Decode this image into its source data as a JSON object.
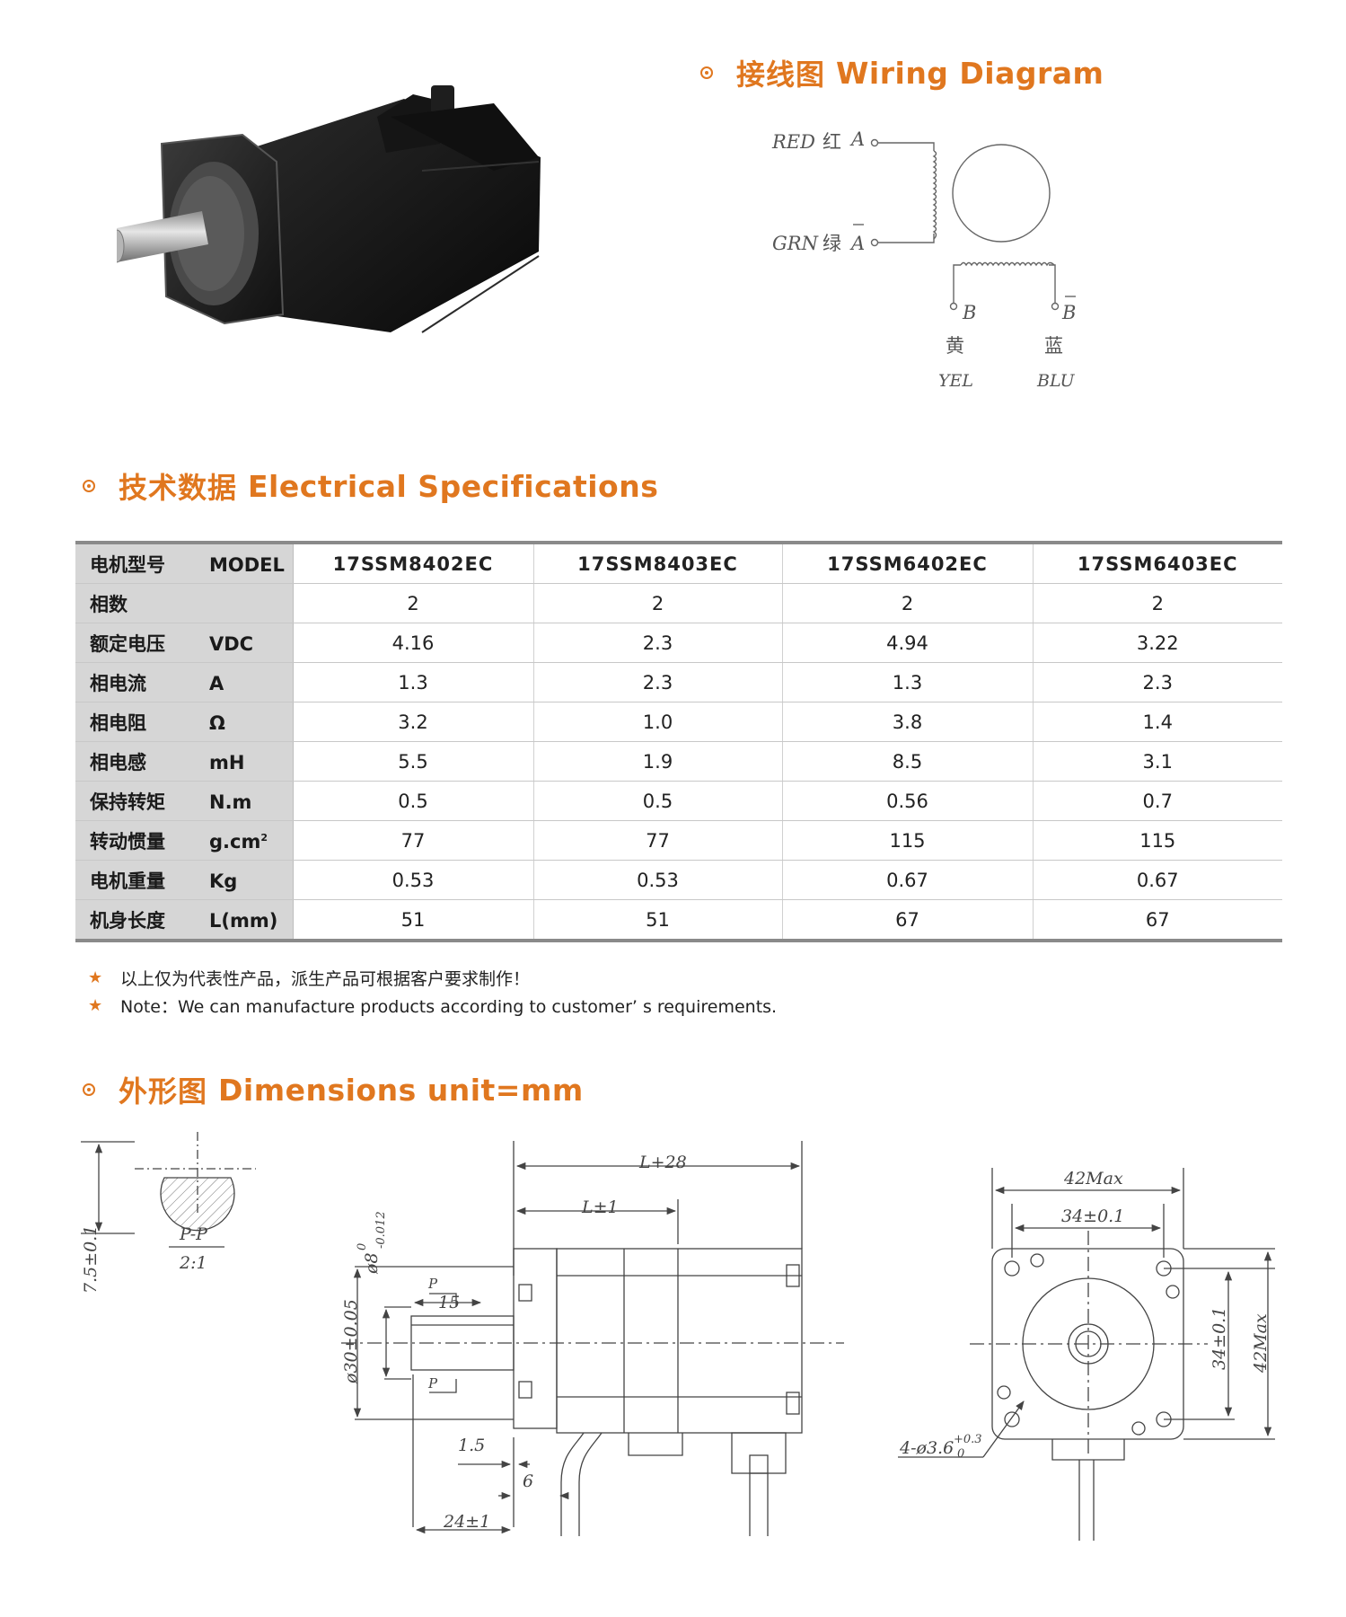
{
  "wiring": {
    "title_zh": "接线图",
    "title_en": "Wiring Diagram",
    "labels": {
      "red": "RED",
      "red_zh": "红",
      "grn": "GRN",
      "grn_zh": "绿",
      "a": "A",
      "a_bar": "A",
      "b": "B",
      "b_bar": "B",
      "yel_zh": "黄",
      "yel": "YEL",
      "blu_zh": "蓝",
      "blu": "BLU"
    }
  },
  "specs": {
    "title_zh": "技术数据",
    "title_en": "Electrical Specifications",
    "header": {
      "zh": "电机型号",
      "unit": "MODEL"
    },
    "models": [
      "17SSM8402EC",
      "17SSM8403EC",
      "17SSM6402EC",
      "17SSM6403EC"
    ],
    "rows": [
      {
        "zh": "相数",
        "unit": "",
        "values": [
          "2",
          "2",
          "2",
          "2"
        ]
      },
      {
        "zh": "额定电压",
        "unit": "VDC",
        "values": [
          "4.16",
          "2.3",
          "4.94",
          "3.22"
        ]
      },
      {
        "zh": "相电流",
        "unit": "A",
        "values": [
          "1.3",
          "2.3",
          "1.3",
          "2.3"
        ]
      },
      {
        "zh": "相电阻",
        "unit": "Ω",
        "values": [
          "3.2",
          "1.0",
          "3.8",
          "1.4"
        ]
      },
      {
        "zh": "相电感",
        "unit": "mH",
        "values": [
          "5.5",
          "1.9",
          "8.5",
          "3.1"
        ]
      },
      {
        "zh": "保持转矩",
        "unit": "N.m",
        "values": [
          "0.5",
          "0.5",
          "0.56",
          "0.7"
        ]
      },
      {
        "zh": "转动惯量",
        "unit": "g.cm",
        "unit_sup": "2",
        "values": [
          "77",
          "77",
          "115",
          "115"
        ]
      },
      {
        "zh": "电机重量",
        "unit": "Kg",
        "values": [
          "0.53",
          "0.53",
          "0.67",
          "0.67"
        ]
      },
      {
        "zh": "机身长度",
        "unit": "L(mm)",
        "values": [
          "51",
          "51",
          "67",
          "67"
        ]
      }
    ],
    "notes": [
      "以上仅为代表性产品，派生产品可根据客户要求制作！",
      "Note：We can manufacture products according to customer’ s requirements."
    ],
    "note_star": "★"
  },
  "dimensions": {
    "title_zh": "外形图",
    "title_en": "Dimensions unit=mm",
    "section": {
      "pp": "P-P",
      "scale": "2:1",
      "d75": "7.5±0.1"
    },
    "side": {
      "l28": "L+28",
      "l1": "L±1",
      "d8": "ø8",
      "d8tol_top": "0",
      "d8tol_bot": "-0.012",
      "p_top": "P",
      "p_bot": "P",
      "d15": "15",
      "d30": "ø30±0.05",
      "d15b": "1.5",
      "d6": "6",
      "d24": "24±1"
    },
    "front": {
      "d42max_top": "42Max",
      "d34_top": "34±0.1",
      "d34_right": "34±0.1",
      "d42max_right": "42Max",
      "holes": "4-ø3.6",
      "holes_tol_top": "+0.3",
      "holes_tol_bot": "0"
    }
  }
}
